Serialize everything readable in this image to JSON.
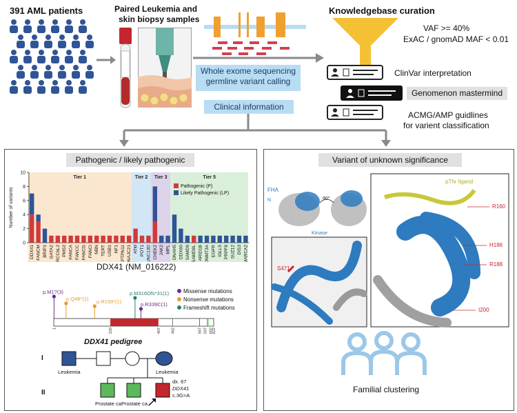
{
  "header": {
    "patients_title": "391 AML patients",
    "samples_title_line1": "Paired Leukemia and",
    "samples_title_line2": "skin biopsy samples",
    "wes_line1": "Whole exome sequencing",
    "wes_line2": "germline variant calling",
    "clinical_info": "Clinical information",
    "kb_title": "Knowledgebase curation",
    "vaf_line": "VAF >= 40%",
    "maf_line": "ExAC / gnomAD MAF < 0.01",
    "clinvar": "ClinVar interpretation",
    "genomenon": "Genomenon mastermind",
    "acmg_line1": "ACMG/AMP guidlines",
    "acmg_line2": "for varient classification"
  },
  "left_panel": {
    "title": "Pathogenic / likely pathogenic",
    "tier_labels": [
      "Tier 1",
      "Tier 2",
      "Tier 3",
      "Tier 5"
    ],
    "tier_colors": [
      "#fbe6cf",
      "#d2e6f5",
      "#ddd3ea",
      "#d9efd9"
    ]
  },
  "chart_data": {
    "type": "bar",
    "stacked": true,
    "ylabel": "Number of variants",
    "ylim": [
      0,
      10
    ],
    "yticks": [
      0,
      2,
      4,
      6,
      8,
      10
    ],
    "legend": [
      "Pathogenic (P)",
      "Likely Pathogenic (LP)"
    ],
    "colors": {
      "P": "#d03a3a",
      "LP": "#2f5597"
    },
    "categories": [
      "DDX41",
      "FANCM",
      "BRIP1",
      "GATA2",
      "ERCC6L2",
      "PMS2",
      "FANCA",
      "FANCC",
      "FANCG",
      "FANCI",
      "NBN",
      "TERT",
      "USB1",
      "NF1",
      "PTPN11",
      "DNAJC21",
      "ATM",
      "POT1",
      "UNC13D",
      "CHEK2",
      "JAK2",
      "MPL",
      "DNAH5",
      "DDX60",
      "SAMD9",
      "SAMD9L",
      "ARID1B",
      "DNMT3A",
      "EGFR",
      "IGLL5",
      "PRPF8",
      "SUZ12",
      "DIS3",
      "SMARCA2"
    ],
    "series": [
      {
        "name": "Pathogenic (P)",
        "values": [
          4,
          3,
          0,
          1,
          1,
          1,
          1,
          1,
          1,
          1,
          1,
          1,
          1,
          1,
          1,
          1,
          2,
          1,
          1,
          3,
          0,
          0,
          0,
          0,
          0,
          1,
          0,
          0,
          0,
          0,
          0,
          0,
          0,
          0
        ]
      },
      {
        "name": "Likely Pathogenic (LP)",
        "values": [
          3,
          1,
          2,
          0,
          0,
          0,
          0,
          0,
          0,
          0,
          0,
          0,
          0,
          0,
          0,
          0,
          0,
          0,
          0,
          5,
          1,
          1,
          4,
          2,
          1,
          0,
          1,
          1,
          1,
          1,
          1,
          1,
          1,
          1
        ]
      }
    ]
  },
  "ddx41": {
    "title": "DDX41 (NM_016222)",
    "mutations": [
      "p.M1?(3)",
      "p.Q48*(1)",
      "p.R159*(1)",
      "p.M316Ofs*31(1)",
      "p.R339C(1)"
    ],
    "legend": [
      "Missense mutations",
      "Nonsense mutations",
      "Frameshift mutations"
    ],
    "positions": [
      "1",
      "220",
      "407",
      "462",
      "567",
      "597",
      "602",
      "622"
    ]
  },
  "pedigree": {
    "title": "DDX41 pedigree",
    "gen1": "I",
    "gen2": "II",
    "leukemia1": "Leukemia",
    "leukemia2": "Leukemia",
    "prostate1": "Prostate ca.",
    "prostate2": "Prostate ca.",
    "proband_line1": "dx. 67",
    "proband_line2": "DDX41",
    "proband_line3": "c.3G>A"
  },
  "right_panel": {
    "title": "Variant of unknown significance",
    "fha": "FHA",
    "n_label": "N",
    "rotation": "90°",
    "kinase": "Kinase",
    "s471": "S471",
    "pthr": "pThr ligand",
    "residues": [
      "R160",
      "H186",
      "R188",
      "I200"
    ],
    "familial": "Familial clustering"
  }
}
